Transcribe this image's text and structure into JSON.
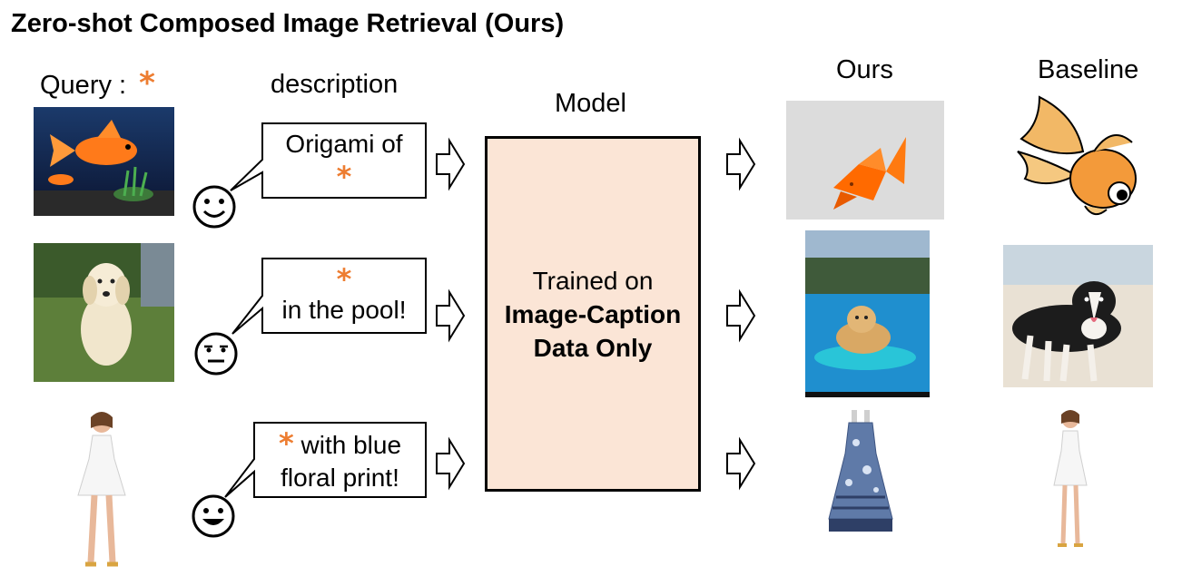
{
  "title": "Zero-shot Composed Image Retrieval (Ours)",
  "headers": {
    "query": "Query :",
    "query_star": "*",
    "description": "description",
    "model": "Model",
    "ours": "Ours",
    "baseline": "Baseline"
  },
  "rows": [
    {
      "line1": "Origami of",
      "star": "*",
      "line2": "",
      "face": "smile"
    },
    {
      "star": "*",
      "line2": "in the pool!",
      "face": "neutral"
    },
    {
      "star": "*",
      "line1": "with blue",
      "line2": "floral print!",
      "face": "grin"
    }
  ],
  "model_box": {
    "line1": "Trained on",
    "line2": "Image-Caption",
    "line3": "Data Only"
  },
  "images": {
    "query": [
      "goldfish-photo",
      "golden-retriever-photo",
      "white-lace-dress-photo"
    ],
    "ours": [
      "origami-goldfish-photo",
      "dog-in-pool-photo",
      "blue-floral-dress-photo"
    ],
    "baseline": [
      "goldfish-illustration",
      "dog-on-beach-photo",
      "white-lace-dress-photo"
    ]
  },
  "colors": {
    "accent_star": "#ED7D31",
    "model_fill": "#FBE5D6"
  }
}
